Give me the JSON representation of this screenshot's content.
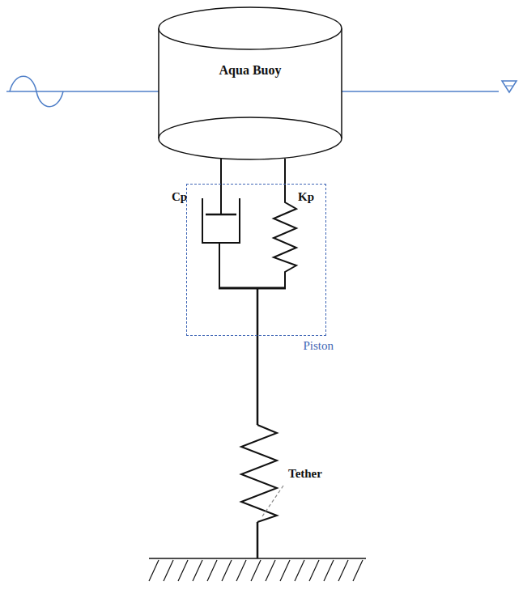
{
  "diagram": {
    "nodes": [
      {
        "text": [
          "Aqua Buoy"
        ]
      },
      {
        "text": [
          "Piston"
        ]
      }
    ],
    "labels": [
      "Cp",
      "Kp",
      "Tether"
    ]
  }
}
